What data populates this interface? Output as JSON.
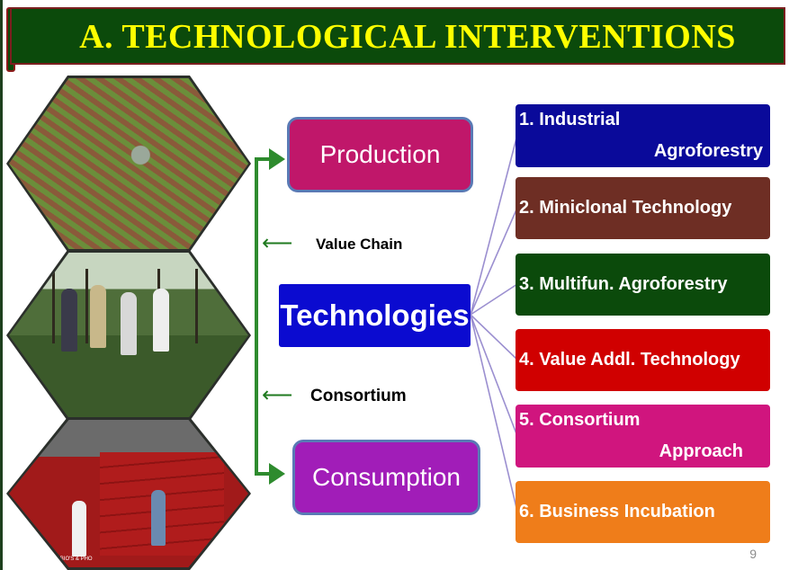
{
  "slide": {
    "title": "A. TECHNOLOGICAL INTERVENTIONS",
    "page_number": "9",
    "image_credit": "TNPL BIO'S & PHO"
  },
  "flow": {
    "production": "Production",
    "consumption": "Consumption",
    "value_chain": "Value Chain",
    "consortium": "Consortium",
    "technologies": "Technologies"
  },
  "interventions": [
    {
      "line1": "1.  Industrial",
      "line2": "Agroforestry",
      "color": "#0a0a9a"
    },
    {
      "line1": "2. Miniclonal Technology",
      "line2": "",
      "color": "#6e2e24"
    },
    {
      "line1": "3. Multifun. Agroforestry",
      "line2": "",
      "color": "#0b4a0b"
    },
    {
      "line1": "4. Value Addl. Technology",
      "line2": "",
      "color": "#d00000"
    },
    {
      "line1": "5. Consortium",
      "line2": "Approach",
      "color": "#d0157e"
    },
    {
      "line1": "6. Business Incubation",
      "line2": "",
      "color": "#ef7d1a"
    }
  ],
  "colors": {
    "title_bg": "#0b4a0b",
    "title_text": "#ffff00",
    "production_box": "#c0176a",
    "consumption_box": "#a11db8",
    "technologies_box": "#0b0bd0",
    "connector_green": "#2e8b2e",
    "fan_lines": "#9b8fd0"
  }
}
